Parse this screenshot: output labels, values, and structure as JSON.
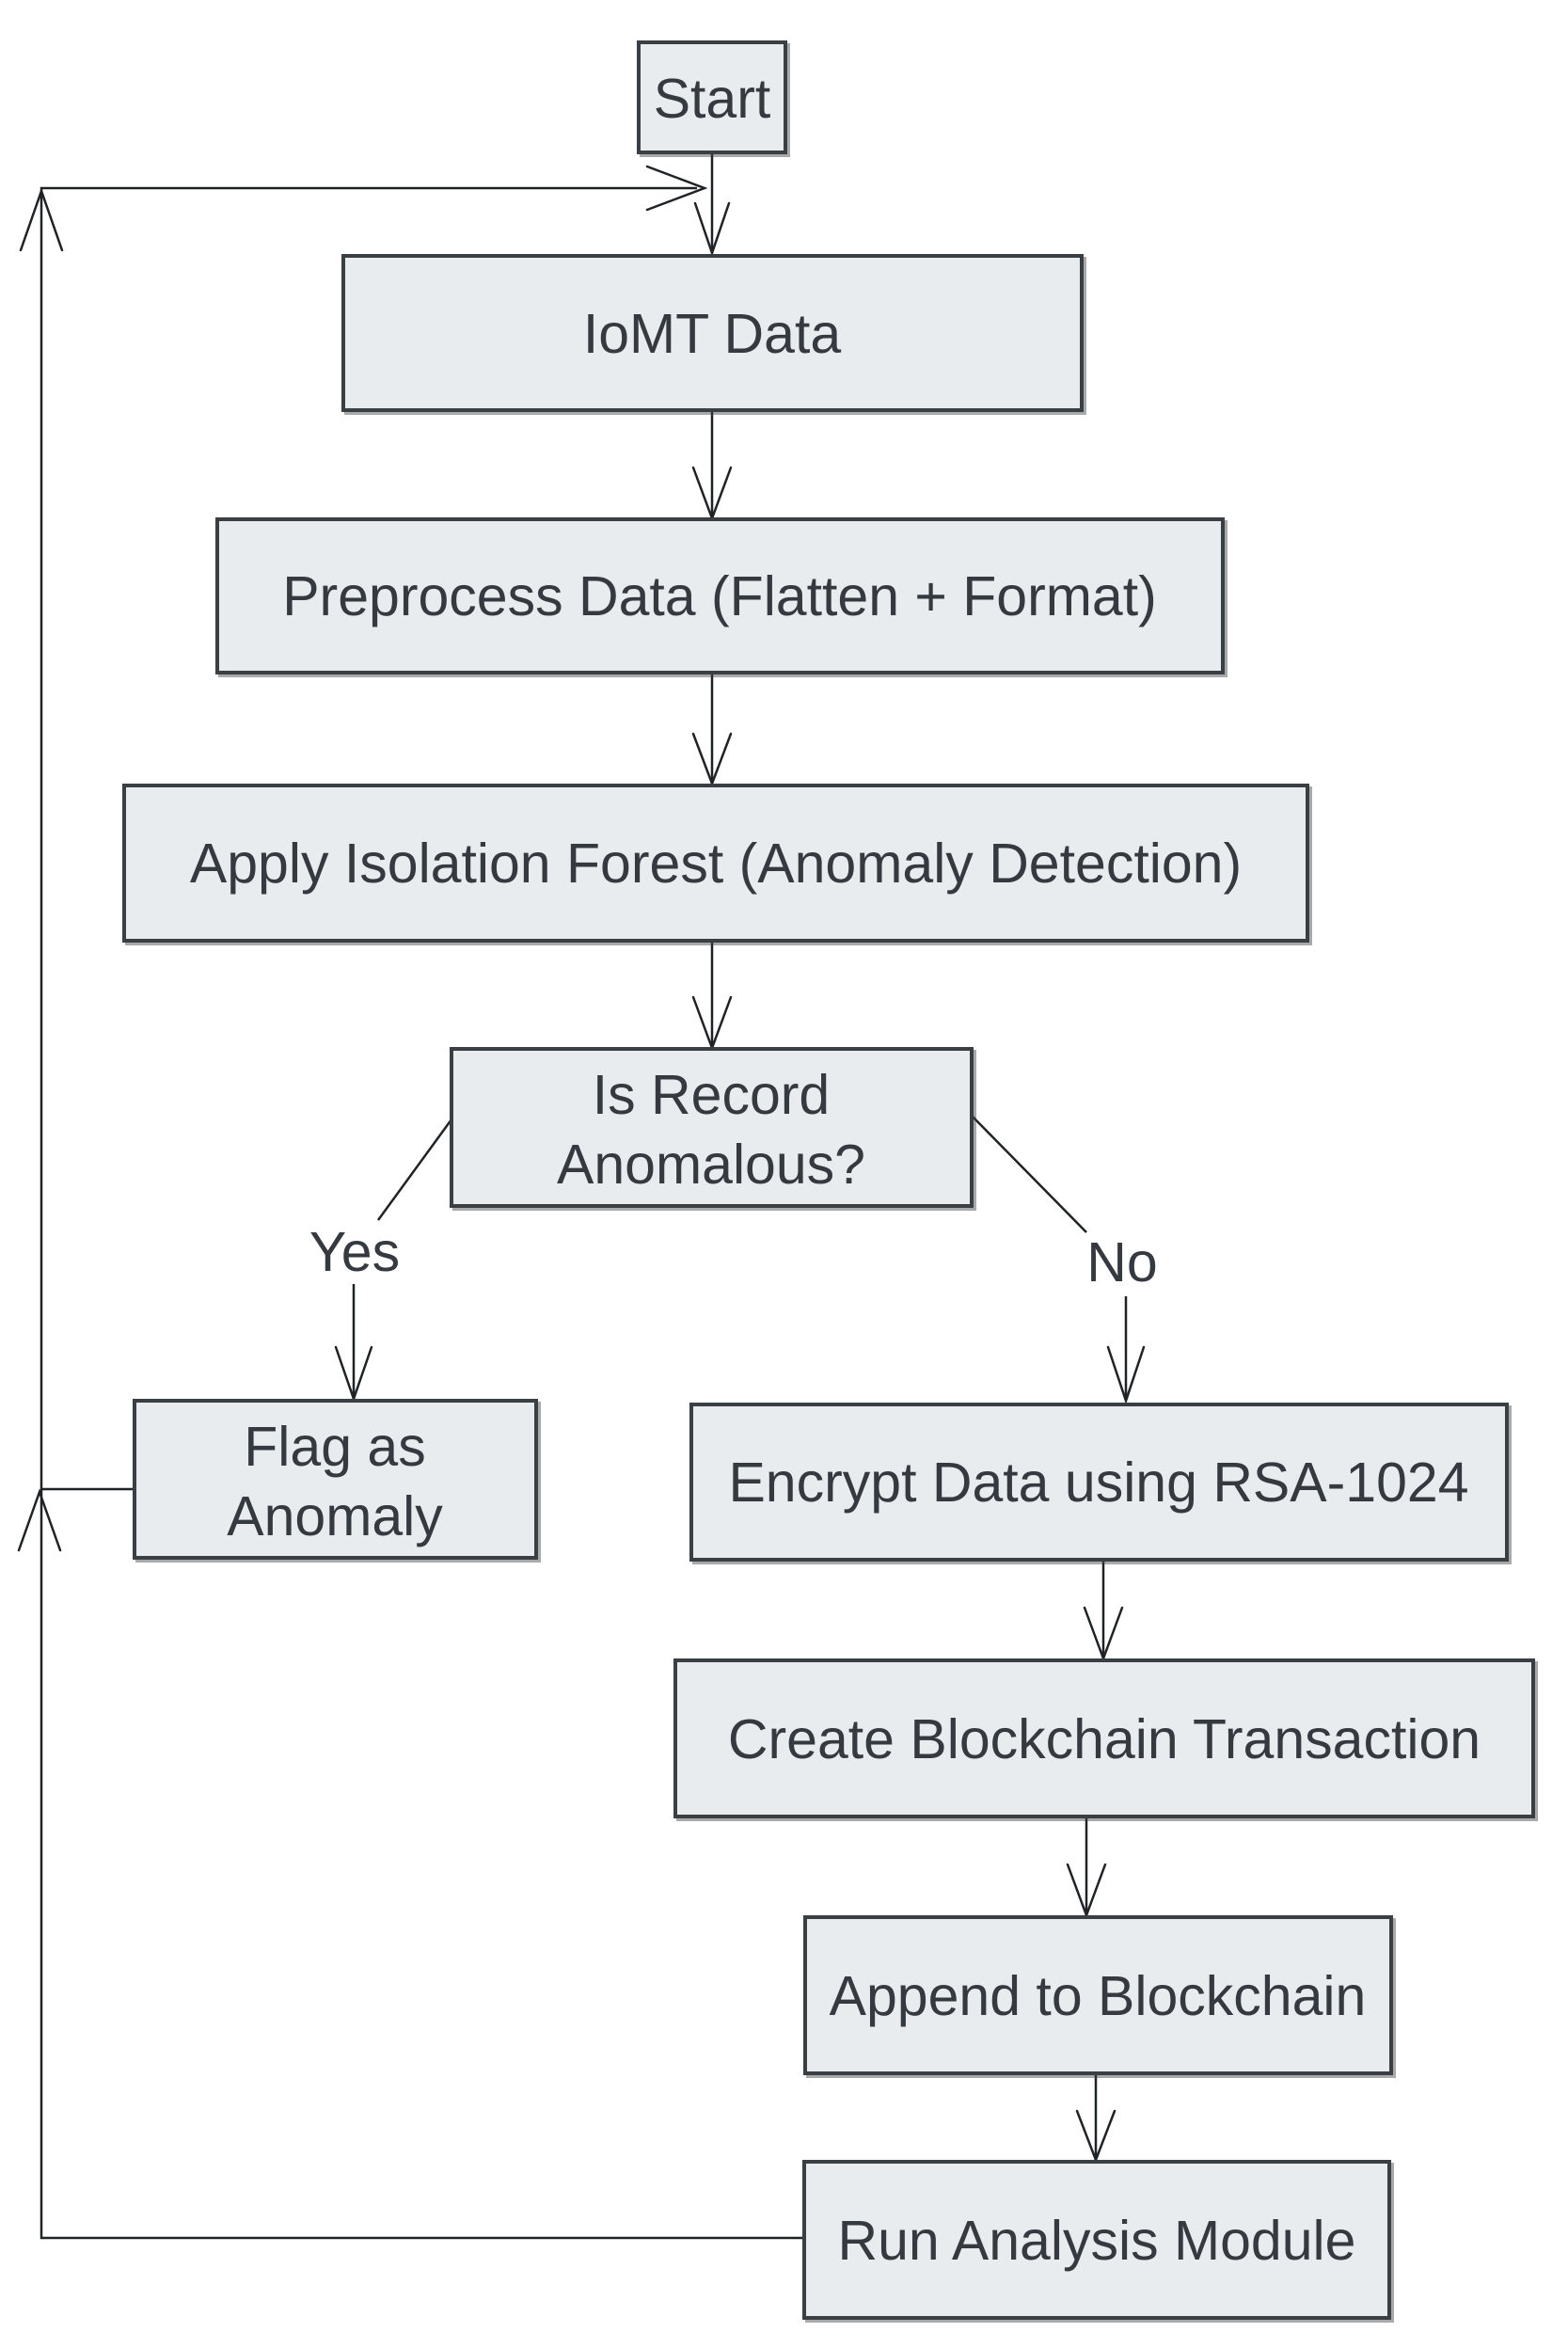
{
  "diagram": {
    "type": "flowchart",
    "description": "IoMT data pipeline with anomaly detection and blockchain storage",
    "colors": {
      "background": "#ffffff",
      "box_fill": "#e9ecef",
      "box_border": "#3a3f44",
      "line_color": "#1f2326",
      "text_color": "#343a40"
    },
    "nodes": {
      "start": {
        "label": "Start"
      },
      "iomt": {
        "label": "IoMT Data"
      },
      "preprocess": {
        "label": "Preprocess Data (Flatten + Format)"
      },
      "isolation": {
        "label": "Apply Isolation Forest (Anomaly Detection)"
      },
      "decision": {
        "line1": "Is Record",
        "line2": "Anomalous?"
      },
      "flag": {
        "line1": "Flag as",
        "line2": "Anomaly"
      },
      "encrypt": {
        "label": "Encrypt Data using RSA-1024"
      },
      "create": {
        "label": "Create Blockchain Transaction"
      },
      "append": {
        "label": "Append to Blockchain"
      },
      "run": {
        "label": "Run Analysis Module"
      }
    },
    "labels": {
      "yes": "Yes",
      "no": "No"
    },
    "edges": [
      {
        "from": "start",
        "to": "iomt"
      },
      {
        "from": "iomt",
        "to": "preprocess"
      },
      {
        "from": "preprocess",
        "to": "isolation"
      },
      {
        "from": "isolation",
        "to": "decision"
      },
      {
        "from": "decision",
        "to": "flag",
        "label": "Yes"
      },
      {
        "from": "decision",
        "to": "encrypt",
        "label": "No"
      },
      {
        "from": "encrypt",
        "to": "create"
      },
      {
        "from": "create",
        "to": "append"
      },
      {
        "from": "append",
        "to": "run"
      },
      {
        "from": "run",
        "to": "iomt",
        "via": "left feedback loop"
      },
      {
        "from": "flag",
        "to": "left feedback loop"
      }
    ]
  }
}
